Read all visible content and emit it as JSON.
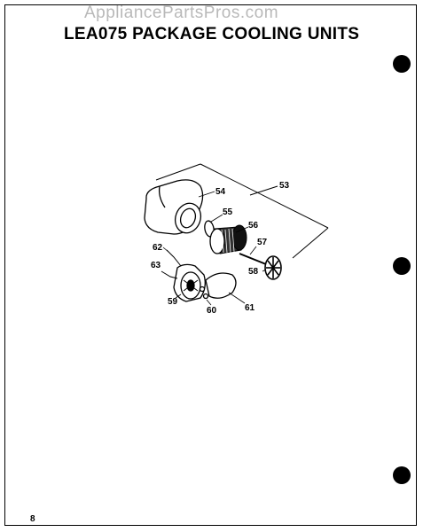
{
  "watermark": "AppliancePartsPros.com",
  "title": "LEA075 PACKAGE COOLING UNITS",
  "page_number": "8",
  "callouts": {
    "c53": "53",
    "c54": "54",
    "c55": "55",
    "c56": "56",
    "c57": "57",
    "c58": "58",
    "c59": "59",
    "c60": "60",
    "c61": "61",
    "c62": "62",
    "c63": "63"
  }
}
